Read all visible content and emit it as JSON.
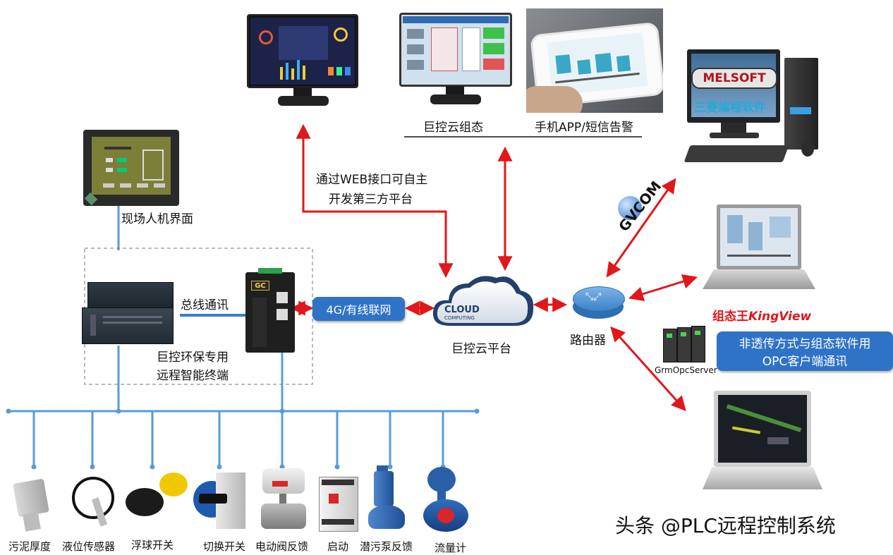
{
  "labels": {
    "field_hmi": "现场人机界面",
    "bus_comm": "总线通讯",
    "terminal_line1": "巨控环保专用",
    "terminal_line2": "远程智能终端",
    "network": "4G/有线联网",
    "cloud_platform": "巨控云平台",
    "router": "路由器",
    "cloud_config": "巨控云组态",
    "mobile_app": "手机APP/短信告警",
    "web_api_line1": "通过WEB接口可自主",
    "web_api_line2": "开发第三方平台",
    "gvcom": "GVCOM",
    "kingview": "组态王KingView",
    "kingview_prefix": "组态王",
    "kingview_brand": "KingView",
    "opc_line1": "非透传方式与组态软件用",
    "opc_line2": "OPC客户端通讯",
    "opc_server": "GrmOpcServer",
    "melsoft": "MELSOFT",
    "melsoft_caption": "三菱编程软件",
    "cloud_logo_1": "CLOUD",
    "cloud_logo_2": "COMPUTING",
    "terminal_badge": "GC",
    "watermark": "头条 @PLC远程控制系统"
  },
  "devices": [
    {
      "label": "污泥厚度",
      "icon": "pressure-sensor-icon"
    },
    {
      "label": "液位传感器",
      "icon": "level-sensor-icon"
    },
    {
      "label": "浮球开关",
      "icon": "float-switch-icon"
    },
    {
      "label": "切换开关",
      "icon": "selector-switch-icon"
    },
    {
      "label": "电动阀反馈",
      "icon": "electric-valve-icon"
    },
    {
      "label": "启动",
      "icon": "contactor-icon"
    },
    {
      "label": "潜污泵反馈",
      "icon": "submersible-pump-icon"
    },
    {
      "label": "流量计",
      "icon": "flowmeter-icon"
    }
  ],
  "colors": {
    "accent_blue": "#2f73c7",
    "line_blue": "#5b9bd5",
    "arrow_red": "#e0171b",
    "bus_blue": "#3d7cc9"
  }
}
